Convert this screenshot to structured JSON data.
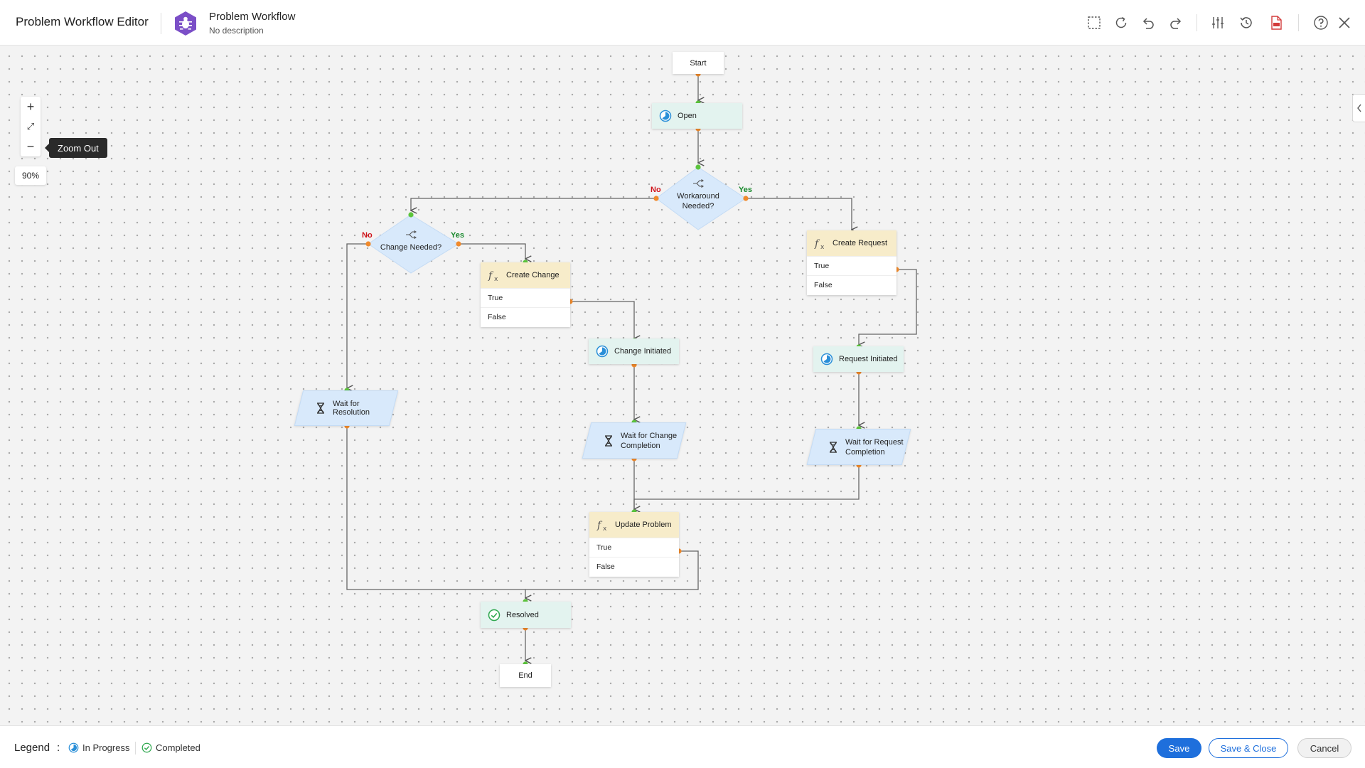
{
  "header": {
    "editor_title": "Problem Workflow Editor",
    "workflow_name": "Problem Workflow",
    "workflow_description": "No description",
    "icons": [
      "select-area-icon",
      "refresh-icon",
      "undo-icon",
      "redo-icon",
      "settings-sliders-icon",
      "history-icon",
      "pdf-export-icon",
      "help-icon",
      "close-icon"
    ]
  },
  "zoom": {
    "in_label": "+",
    "fit_label": "⤢",
    "out_label": "−",
    "tooltip": "Zoom Out",
    "level": "90%"
  },
  "flow": {
    "start": "Start",
    "open": "Open",
    "workaround_needed_line1": "Workaround",
    "workaround_needed_line2": "Needed?",
    "change_needed": "Change Needed?",
    "no": "No",
    "yes": "Yes",
    "create_change": "Create Change",
    "create_request": "Create Request",
    "update_problem": "Update Problem",
    "true": "True",
    "false": "False",
    "change_initiated": "Change Initiated",
    "request_initiated": "Request Initiated",
    "wait_for_resolution": "Wait for Resolution",
    "wait_change_line1": "Wait for Change",
    "wait_change_line2": "Completion",
    "wait_request_line1": "Wait for Request",
    "wait_request_line2": "Completion",
    "resolved": "Resolved",
    "end": "End"
  },
  "legend": {
    "label": "Legend",
    "colon": ":",
    "in_progress": "In Progress",
    "completed": "Completed"
  },
  "footer": {
    "save": "Save",
    "save_close": "Save & Close",
    "cancel": "Cancel"
  },
  "colors": {
    "accent": "#1e6fdc",
    "yes": "#1a8a2e",
    "no": "#d0141b",
    "in_progress": "#2a8fd8",
    "completed": "#2fa84f",
    "connector_out": "#f08a2c",
    "connector_in": "#5cc43c"
  }
}
